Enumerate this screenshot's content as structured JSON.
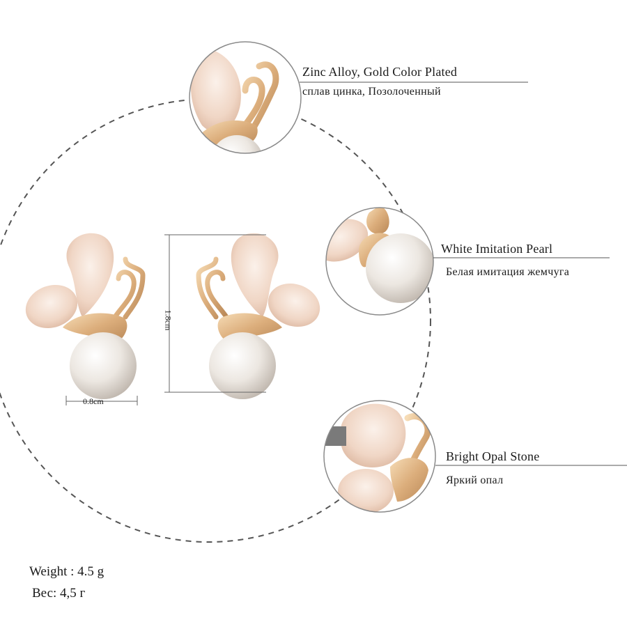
{
  "features": [
    {
      "title": "Zinc Alloy, Gold Color Plated",
      "subtitle": "сплав цинка,  Позолоченный"
    },
    {
      "title": "White Imitation Pearl",
      "subtitle": "Белая имитация жемчуга"
    },
    {
      "title": "Bright Opal Stone",
      "subtitle": "Яркий опал"
    }
  ],
  "dimensions": {
    "width": "0.8cm",
    "height": "1.8cm"
  },
  "specs": {
    "weight_en": "Weight : 4.5 g",
    "weight_ru": "Вес: 4,5 г"
  },
  "colors": {
    "gold": "#e0b98a",
    "opal": "#f1d4c4",
    "pearl": "#efebe6",
    "ring": "#8a8a8a",
    "dashed": "#555555"
  }
}
